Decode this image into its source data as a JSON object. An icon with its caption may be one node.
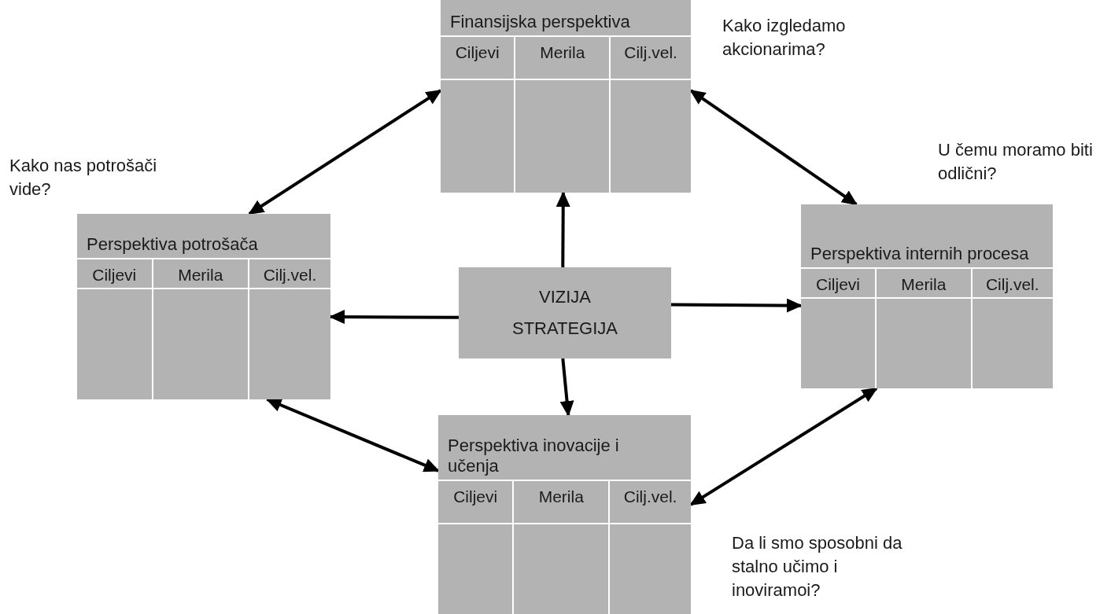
{
  "diagram": {
    "nodes": [
      {
        "text": [
          "Finansijska perspektiva",
          "Ciljevi",
          "Merila",
          "Cilj.vel."
        ],
        "beside": [
          "Kako izgledamo akcionarima?"
        ]
      },
      {
        "text": [
          "Perspektiva potrošača",
          "Ciljevi",
          "Merila",
          "Cilj.vel."
        ],
        "beside": [
          "Kako nas potrošači vide?"
        ]
      },
      {
        "text": [
          "VIZIJA STRATEGIJA"
        ]
      },
      {
        "text": [
          "Perspektiva internih procesa",
          "Ciljevi",
          "Merila",
          "Cilj.vel."
        ],
        "beside": [
          "U čemu moramo biti odlični?"
        ]
      },
      {
        "text": [
          "Perspektiva inovacije i učenja",
          "Ciljevi",
          "Merila",
          "Cilj.vel."
        ],
        "beside": [
          "Da li smo sposobni da stalno učimo i inoviramoi?"
        ]
      }
    ],
    "edges": [
      {
        "from": 2,
        "to": 0,
        "arrow": "to"
      },
      {
        "from": 2,
        "to": 1,
        "arrow": "to"
      },
      {
        "from": 2,
        "to": 3,
        "arrow": "to"
      },
      {
        "from": 2,
        "to": 4,
        "arrow": "to"
      },
      {
        "from": 0,
        "to": 1,
        "arrow": "both"
      },
      {
        "from": 0,
        "to": 3,
        "arrow": "both"
      },
      {
        "from": 1,
        "to": 4,
        "arrow": "both"
      },
      {
        "from": 3,
        "to": 4,
        "arrow": "both"
      }
    ]
  }
}
